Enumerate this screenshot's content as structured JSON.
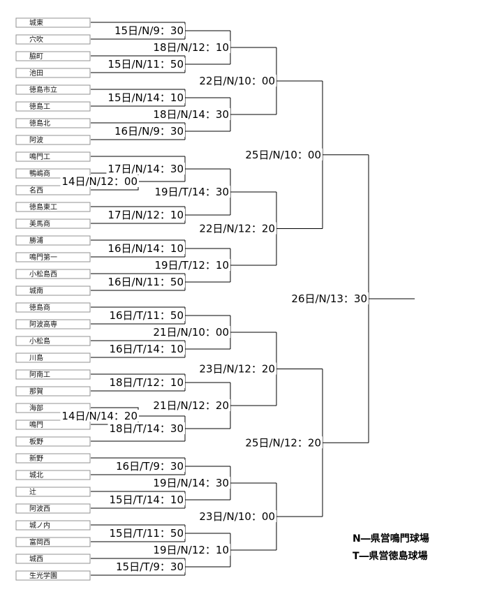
{
  "teams": [
    "城東",
    "穴吹",
    "脇町",
    "池田",
    "徳島市立",
    "徳島工",
    "徳島北",
    "阿波",
    "鳴門工",
    "鴨嶋商",
    "名西",
    "徳島東工",
    "美馬商",
    "勝浦",
    "鳴門第一",
    "小松島西",
    "城南",
    "徳島商",
    "阿波高専",
    "小松島",
    "川島",
    "阿南工",
    "那賀",
    "海部",
    "鳴門",
    "板野",
    "新野",
    "城北",
    "辻",
    "阿波西",
    "城ノ内",
    "富岡西",
    "城西",
    "生光学園"
  ],
  "rounds": {
    "prelim": [
      "14日/N/12：00",
      "14日/N/14：20"
    ],
    "first": [
      "15日/N/9：30",
      "15日/N/11：50",
      "15日/N/14：10",
      "16日/N/9：30",
      "17日/N/14：30",
      "17日/N/12：10",
      "16日/N/14：10",
      "16日/N/11：50",
      "16日/T/11：50",
      "16日/T/14：10",
      "18日/T/12：10",
      "18日/T/14：30",
      "16日/T/9：30",
      "15日/T/14：10",
      "15日/T/11：50",
      "15日/T/9：30"
    ],
    "second": [
      "18日/N/12：10",
      "18日/N/14：30",
      "19日/T/14：30",
      "19日/T/12：10",
      "21日/N/10：00",
      "21日/N/12：20",
      "19日/N/14：30",
      "19日/N/12：10"
    ],
    "third": [
      "22日/N/10：00",
      "22日/N/12：20",
      "23日/N/12：20",
      "23日/N/10：00"
    ],
    "semi": [
      "25日/N/10：00",
      "25日/N/12：20"
    ],
    "final": "26日/N/13：30"
  },
  "legend": [
    "N―県営鳴門球場",
    "T―県営徳島球場"
  ]
}
